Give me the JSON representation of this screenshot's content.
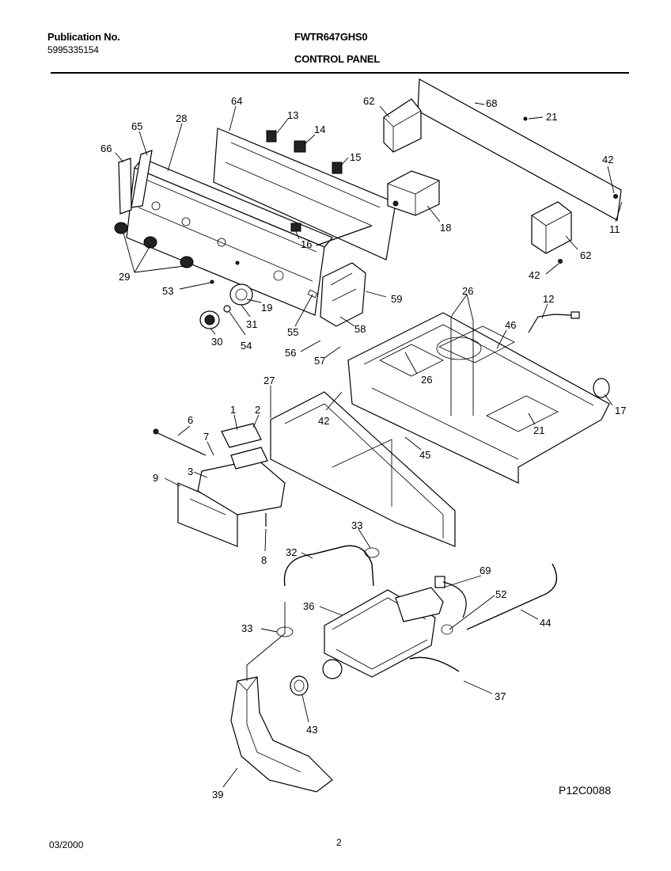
{
  "header": {
    "publication_label": "Publication No.",
    "publication_number": "5995335154",
    "model": "FWTR647GHS0",
    "section_title": "CONTROL PANEL"
  },
  "footer": {
    "date": "03/2000",
    "page_number": "2",
    "drawing_code": "P12C0088"
  },
  "callouts": [
    {
      "id": "c65",
      "label": "65"
    },
    {
      "id": "c28",
      "label": "28"
    },
    {
      "id": "c64",
      "label": "64"
    },
    {
      "id": "c13",
      "label": "13"
    },
    {
      "id": "c14",
      "label": "14"
    },
    {
      "id": "c15",
      "label": "15"
    },
    {
      "id": "c62a",
      "label": "62"
    },
    {
      "id": "c68",
      "label": "68"
    },
    {
      "id": "c21a",
      "label": "21"
    },
    {
      "id": "c66",
      "label": "66"
    },
    {
      "id": "c42a",
      "label": "42"
    },
    {
      "id": "c11",
      "label": "11"
    },
    {
      "id": "c62b",
      "label": "62"
    },
    {
      "id": "c42b",
      "label": "42"
    },
    {
      "id": "c18",
      "label": "18"
    },
    {
      "id": "c16",
      "label": "16"
    },
    {
      "id": "c29",
      "label": "29"
    },
    {
      "id": "c53",
      "label": "53"
    },
    {
      "id": "c19",
      "label": "19"
    },
    {
      "id": "c59",
      "label": "59"
    },
    {
      "id": "c31",
      "label": "31"
    },
    {
      "id": "c30",
      "label": "30"
    },
    {
      "id": "c54",
      "label": "54"
    },
    {
      "id": "c55",
      "label": "55"
    },
    {
      "id": "c58",
      "label": "58"
    },
    {
      "id": "c26a",
      "label": "26"
    },
    {
      "id": "c12",
      "label": "12"
    },
    {
      "id": "c46",
      "label": "46"
    },
    {
      "id": "c56",
      "label": "56"
    },
    {
      "id": "c57",
      "label": "57"
    },
    {
      "id": "c26b",
      "label": "26"
    },
    {
      "id": "c17",
      "label": "17"
    },
    {
      "id": "c27",
      "label": "27"
    },
    {
      "id": "c42c",
      "label": "42"
    },
    {
      "id": "c21b",
      "label": "21"
    },
    {
      "id": "c6",
      "label": "6"
    },
    {
      "id": "c1",
      "label": "1"
    },
    {
      "id": "c2",
      "label": "2"
    },
    {
      "id": "c7",
      "label": "7"
    },
    {
      "id": "c45",
      "label": "45"
    },
    {
      "id": "c9",
      "label": "9"
    },
    {
      "id": "c3",
      "label": "3"
    },
    {
      "id": "c8",
      "label": "8"
    },
    {
      "id": "c33a",
      "label": "33"
    },
    {
      "id": "c32",
      "label": "32"
    },
    {
      "id": "c69",
      "label": "69"
    },
    {
      "id": "c52",
      "label": "52"
    },
    {
      "id": "c36",
      "label": "36"
    },
    {
      "id": "c44",
      "label": "44"
    },
    {
      "id": "c33b",
      "label": "33"
    },
    {
      "id": "c37",
      "label": "37"
    },
    {
      "id": "c43",
      "label": "43"
    },
    {
      "id": "c39",
      "label": "39"
    }
  ]
}
